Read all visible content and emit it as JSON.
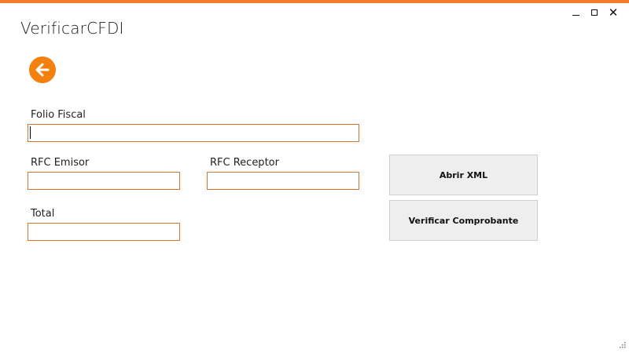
{
  "colors": {
    "accent": "#F47C30",
    "back_button": "#F4800E",
    "input_border": "#D9742C",
    "button_bg": "#EEEEEE"
  },
  "window": {
    "title": "VerificarCFDI",
    "controls": {
      "minimize_icon": "minimize-icon",
      "maximize_icon": "maximize-icon",
      "close_icon": "close-icon",
      "close_glyph": "✕"
    }
  },
  "form": {
    "folio_fiscal": {
      "label": "Folio Fiscal",
      "value": ""
    },
    "rfc_emisor": {
      "label": "RFC Emisor",
      "value": ""
    },
    "rfc_receptor": {
      "label": "RFC Receptor",
      "value": ""
    },
    "total": {
      "label": "Total",
      "value": ""
    }
  },
  "actions": {
    "open_xml": "Abrir XML",
    "verify": "Verificar Comprobante"
  },
  "icons": {
    "back": "back-arrow-icon",
    "resize": "resize-grip-icon"
  }
}
